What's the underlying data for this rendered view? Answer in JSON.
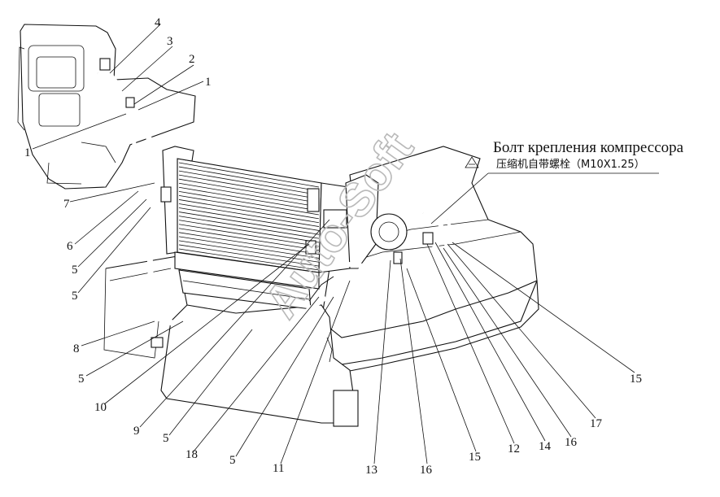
{
  "annotation": {
    "title_ru": "Болт крепления компрессора",
    "title_cn": "压缩机自带螺栓（M10X1.25）"
  },
  "watermark": "Auto-Soft",
  "callouts": [
    "4",
    "3",
    "2",
    "1",
    "1",
    "7",
    "6",
    "5",
    "5",
    "8",
    "5",
    "10",
    "9",
    "5",
    "18",
    "5",
    "11",
    "13",
    "16",
    "15",
    "12",
    "14",
    "16",
    "17",
    "15"
  ]
}
